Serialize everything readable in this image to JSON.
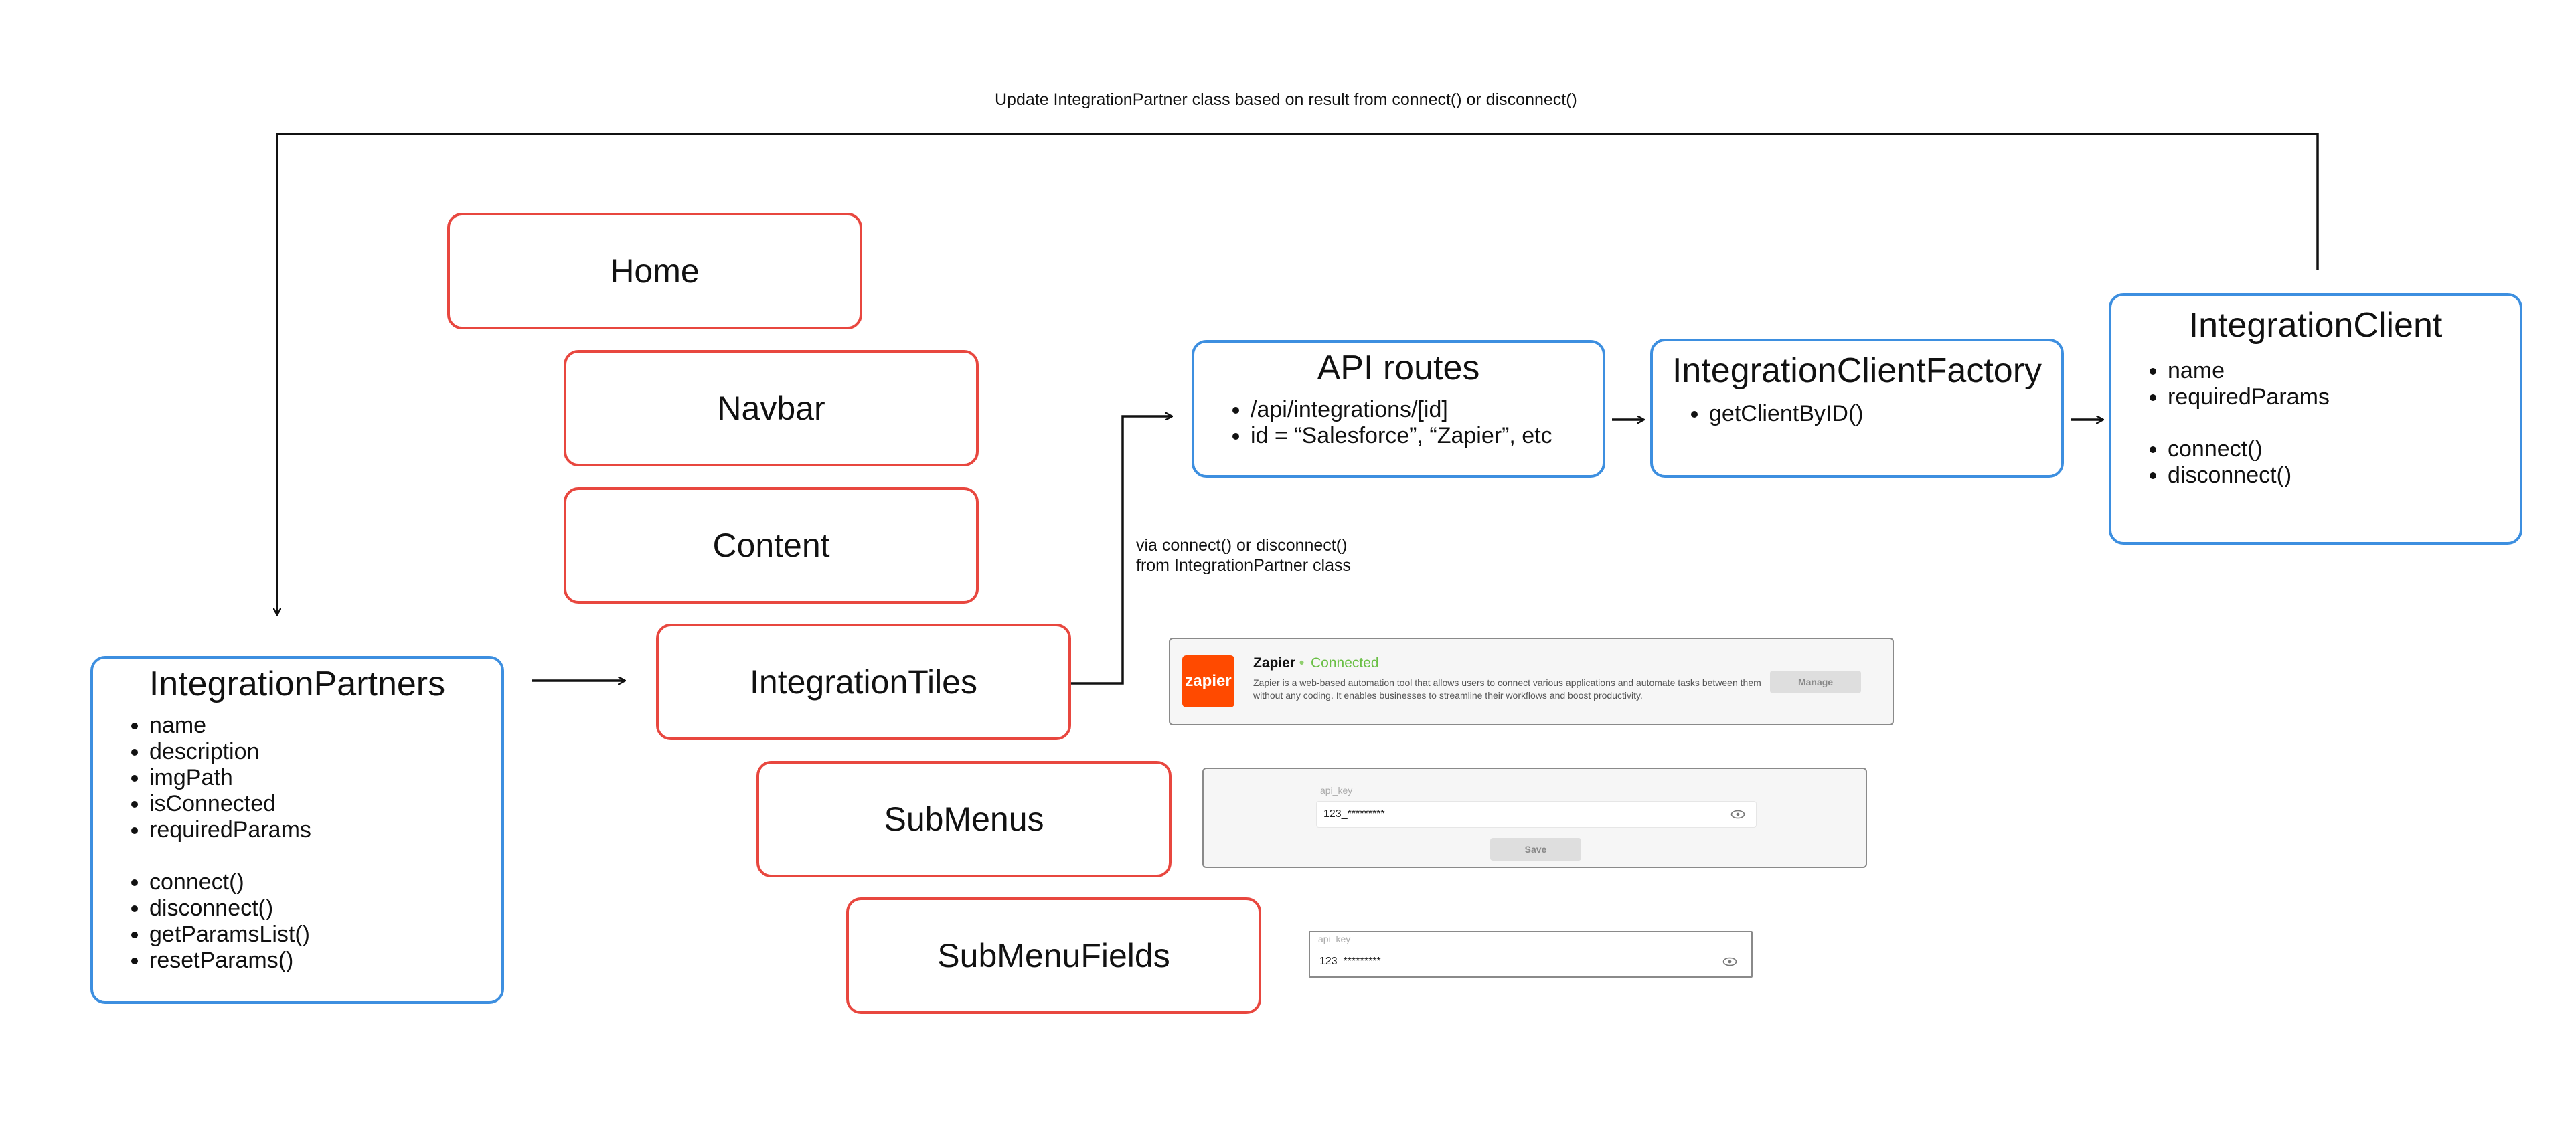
{
  "annotations": {
    "top_loop": "Update IntegrationPartner class based on result from connect() or disconnect()",
    "via_line1": "via connect() or disconnect()",
    "via_line2": "from IntegrationPartner class"
  },
  "components": {
    "home": "Home",
    "navbar": "Navbar",
    "content": "Content",
    "integration_tiles": "IntegrationTiles",
    "sub_menus": "SubMenus",
    "sub_menu_fields": "SubMenuFields"
  },
  "integration_partners": {
    "title": "IntegrationPartners",
    "fields": [
      "name",
      "description",
      "imgPath",
      "isConnected",
      "requiredParams"
    ],
    "methods": [
      "connect()",
      "disconnect()",
      "getParamsList()",
      "resetParams()"
    ]
  },
  "api_routes": {
    "title": "API routes",
    "items": [
      "/api/integrations/[id]",
      "id = “Salesforce”, “Zapier”, etc"
    ]
  },
  "client_factory": {
    "title": "IntegrationClientFactory",
    "items": [
      "getClientByID()"
    ]
  },
  "integration_client": {
    "title": "IntegrationClient",
    "fields": [
      "name",
      "requiredParams"
    ],
    "methods": [
      "connect()",
      "disconnect()"
    ]
  },
  "tile_preview": {
    "logo_text": "zapier",
    "app_name": "Zapier",
    "separator": "•",
    "status": "Connected",
    "description": "Zapier is a web-based automation tool that allows users to connect various applications and automate tasks between them without any coding. It enables businesses to streamline their workflows and boost productivity.",
    "manage_label": "Manage",
    "colors": {
      "brand": "#ff4a00",
      "status": "#6abf45"
    }
  },
  "submenu_preview": {
    "field_label": "api_key",
    "field_value": "123_*********",
    "save_label": "Save"
  },
  "subfield_preview": {
    "field_label": "api_key",
    "field_value": "123_*********"
  },
  "colors": {
    "component_border": "#e8473f",
    "class_border": "#3d8fe0"
  }
}
